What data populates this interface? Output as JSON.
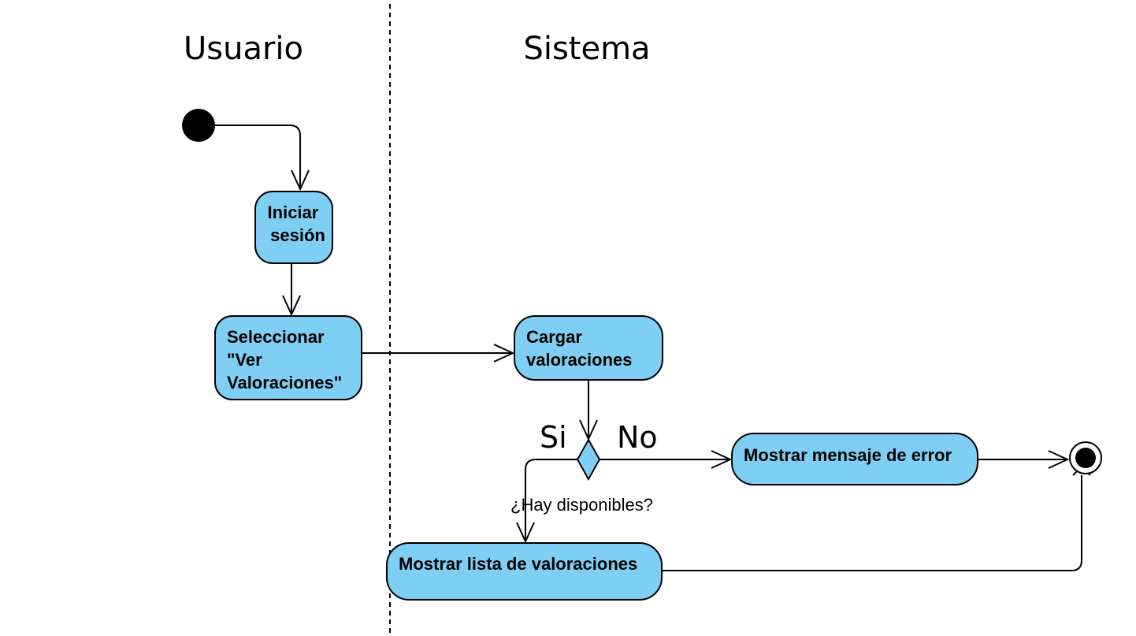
{
  "lanes": {
    "left": "Usuario",
    "right": "Sistema"
  },
  "nodes": {
    "iniciar_sesion": [
      "Iniciar",
      "sesión"
    ],
    "seleccionar": [
      "Seleccionar",
      "\"Ver",
      "Valoraciones\""
    ],
    "cargar": [
      "Cargar",
      "valoraciones"
    ],
    "mostrar_error": [
      "Mostrar mensaje de error"
    ],
    "mostrar_lista": [
      "Mostrar lista de valoraciones"
    ]
  },
  "decision": {
    "yes_label": "Si",
    "no_label": "No",
    "guard": "¿Hay disponibles?"
  },
  "colors": {
    "node_fill": "#7ecff3",
    "stroke": "#000000",
    "background": "#ffffff"
  }
}
